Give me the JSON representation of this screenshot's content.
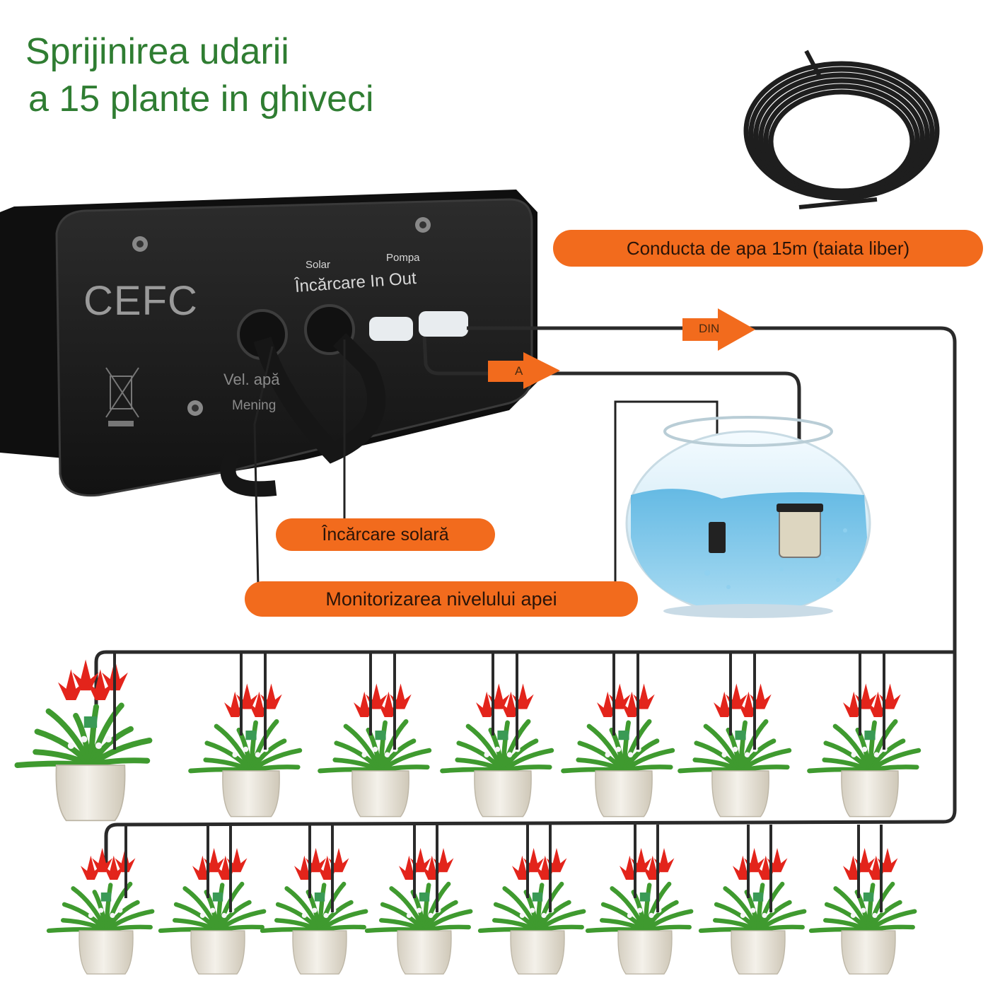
{
  "title": {
    "line1": "Sprijinirea udarii",
    "line2": "a 15 plante in ghiveci"
  },
  "device": {
    "brand": "CEFC",
    "label_solar": "Solar",
    "label_pompa": "Pompa",
    "label_ports": "Încărcare In Out",
    "label_water_level": "Vel. apă",
    "label_meniu": "Mening"
  },
  "callouts": {
    "pipe": "Conducta de apa 15m (taiata liber)",
    "solar_charge": "Încărcare solară",
    "water_monitor": "Monitorizarea nivelului apei"
  },
  "arrows": {
    "outlet": "DIN",
    "inlet": "A"
  },
  "colors": {
    "title_green": "#2f7d32",
    "callout_orange": "#f26b1d",
    "device_black": "#1b1b1b",
    "tube": "#2a2a2a",
    "water": "#6ec3e8",
    "flower_red": "#e3241b",
    "leaf_green": "#3f9a2f",
    "pot_cream": "#e9e4d8"
  },
  "plants": {
    "row1_count": 7,
    "row2_count": 8
  }
}
